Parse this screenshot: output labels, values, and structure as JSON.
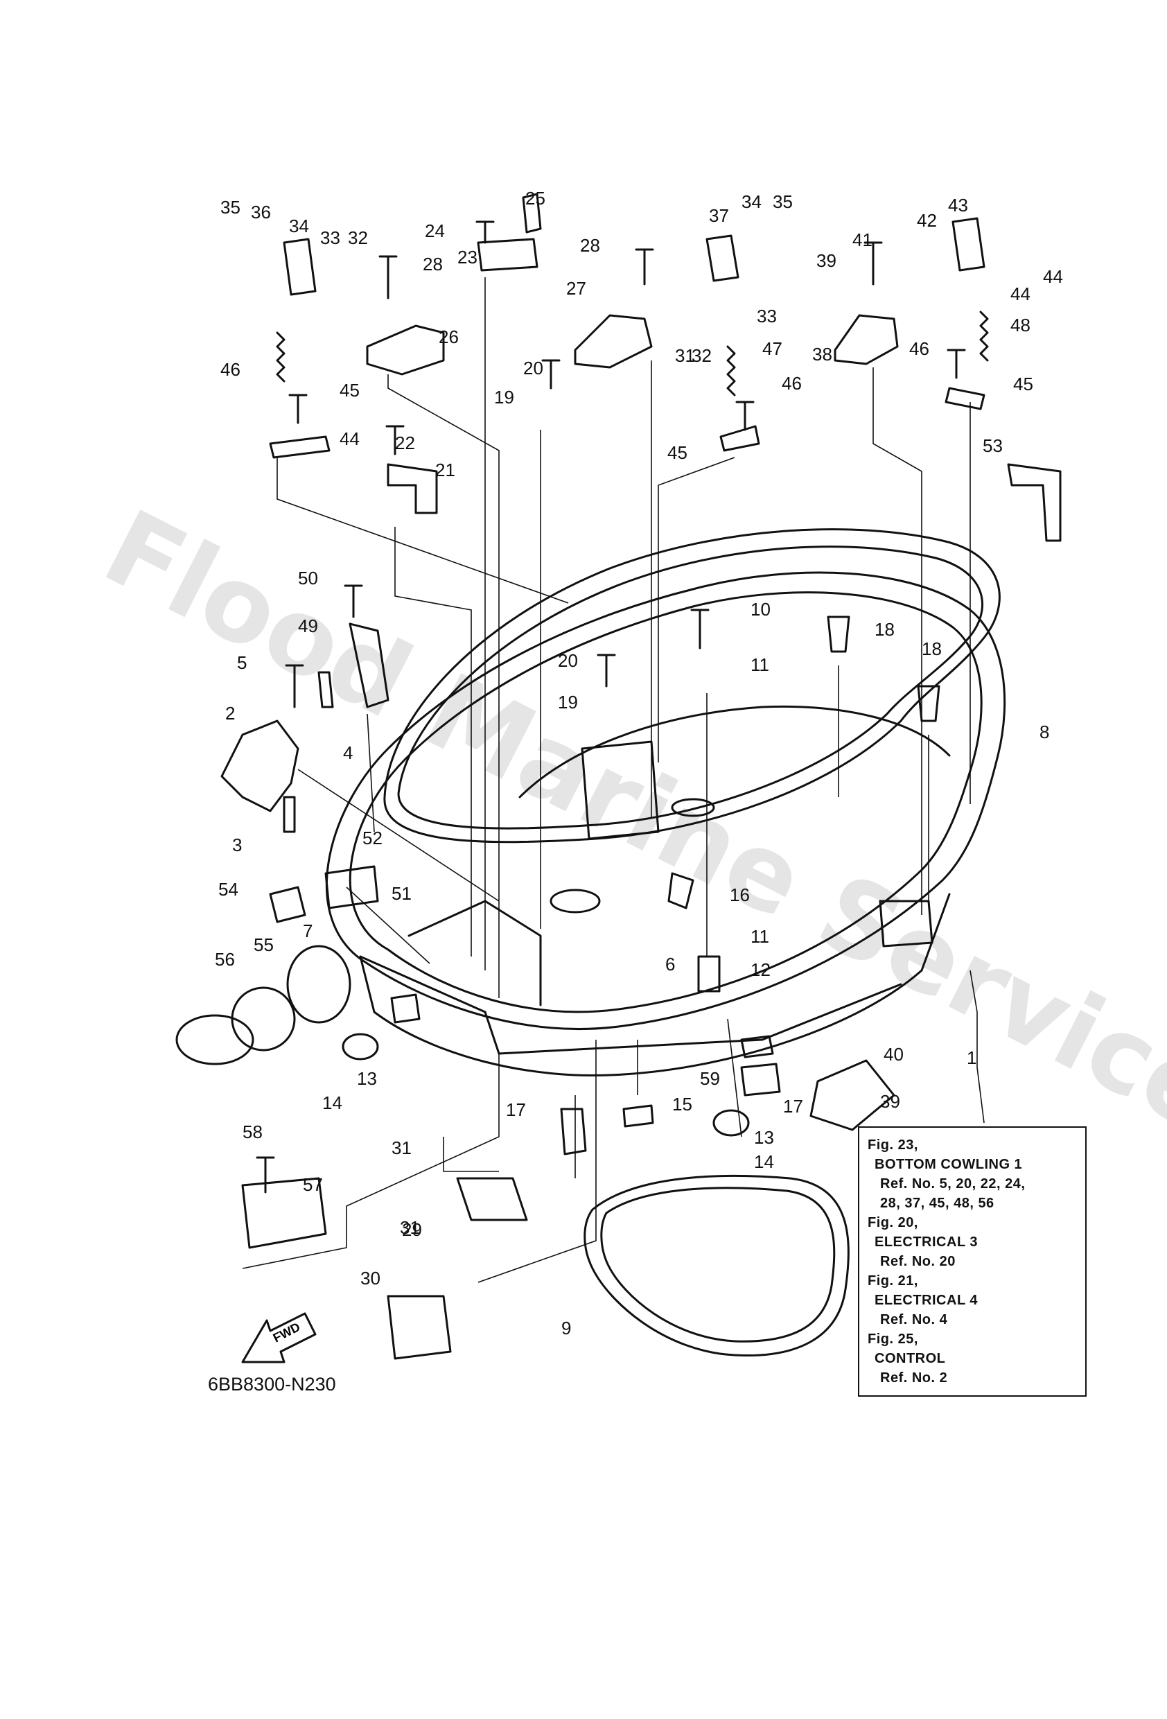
{
  "diagram_code": "6BB8300-N230",
  "watermark": "Flood Marine Services",
  "fwd_label": "FWD",
  "callouts": [
    "1",
    "2",
    "3",
    "4",
    "5",
    "6",
    "7",
    "8",
    "9",
    "10",
    "11",
    "11",
    "12",
    "13",
    "13",
    "14",
    "14",
    "15",
    "16",
    "17",
    "17",
    "18",
    "18",
    "19",
    "19",
    "20",
    "20",
    "21",
    "22",
    "23",
    "24",
    "25",
    "26",
    "27",
    "28",
    "28",
    "29",
    "30",
    "31",
    "31",
    "31",
    "32",
    "32",
    "33",
    "33",
    "34",
    "34",
    "35",
    "35",
    "36",
    "37",
    "38",
    "39",
    "39",
    "40",
    "41",
    "42",
    "43",
    "44",
    "44",
    "44",
    "45",
    "45",
    "45",
    "46",
    "46",
    "46",
    "47",
    "48",
    "49",
    "50",
    "51",
    "52",
    "53",
    "54",
    "55",
    "56",
    "57",
    "58",
    "59"
  ],
  "legend": [
    "Fig. 23,",
    "BOTTOM COWLING 1",
    "Ref. No. 5, 20, 22, 24,",
    "28, 37, 45, 48, 56",
    "Fig. 20,",
    "ELECTRICAL 3",
    "Ref. No. 20",
    "Fig. 21,",
    "ELECTRICAL 4",
    "Ref. No. 4",
    "Fig. 25,",
    "CONTROL",
    "Ref. No. 2"
  ]
}
